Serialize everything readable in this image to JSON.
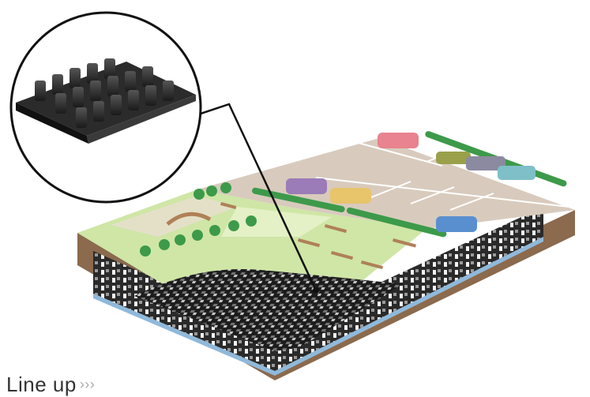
{
  "caption": {
    "text": "Line up",
    "arrows": "›››"
  },
  "colors": {
    "grass": "#cfe6a6",
    "grass_light": "#e4f0c5",
    "parking": "#d8cbbd",
    "soil": "#8b6a4d",
    "module": "#1f1f1f",
    "water": "#8fb9da",
    "tree": "#3d9a4a",
    "car_red": "#e8838f",
    "car_purple": "#9b7bb8",
    "car_yellow": "#e8c46a",
    "car_blue": "#5a8fcf",
    "car_teal": "#7fbfc8",
    "car_olive": "#9aa04a",
    "car_gray": "#8c8aa0"
  },
  "icons": [
    "storage-module-zoom-icon",
    "park-scene",
    "parking-lot"
  ]
}
